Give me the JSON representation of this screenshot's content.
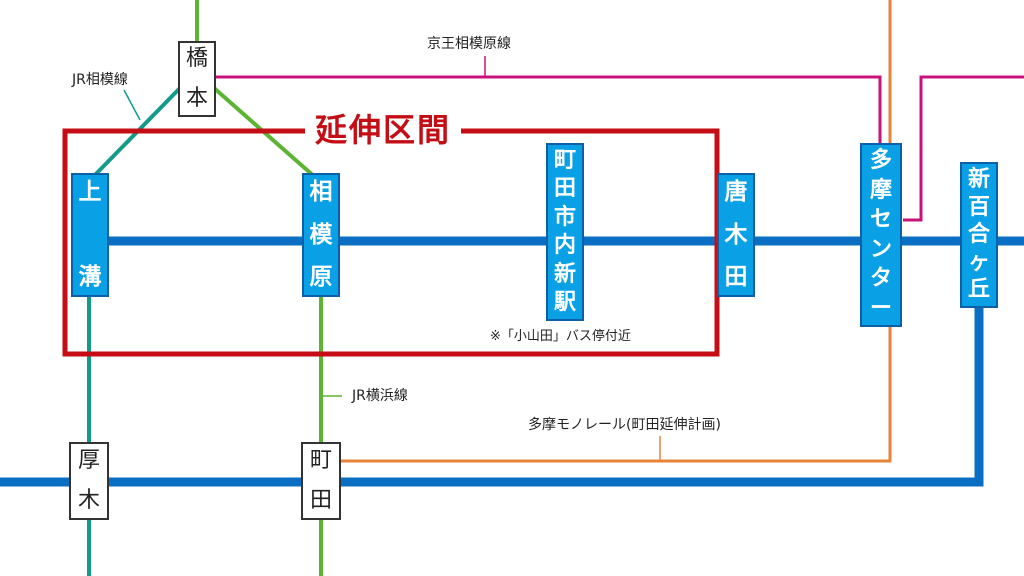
{
  "title": "延伸区間",
  "colors": {
    "tama_monorail": "#0a6fc2",
    "station_fill": "#0aa0e6",
    "station_border": "#0d5fa8",
    "extension_box": "#c40d14",
    "keio_sagamihara": "#c8137a",
    "jr_yokohama": "#5bb432",
    "jr_sagami": "#129b8a",
    "planned_machida": "#e8833a"
  },
  "stations_blue": [
    {
      "id": "kamimizo",
      "name": "上溝",
      "chars": [
        "上",
        "溝"
      ]
    },
    {
      "id": "sagamihara",
      "name": "相模原",
      "chars": [
        "相",
        "模",
        "原"
      ]
    },
    {
      "id": "machida_shinai",
      "name": "町田市内新駅",
      "chars": [
        "町",
        "田",
        "市",
        "内",
        "新",
        "駅"
      ]
    },
    {
      "id": "karakida",
      "name": "唐木田",
      "chars": [
        "唐",
        "木",
        "田"
      ]
    },
    {
      "id": "tama_center",
      "name": "多摩センター",
      "chars": [
        "多",
        "摩",
        "セ",
        "ン",
        "タ",
        "ー"
      ]
    },
    {
      "id": "shinyurigaoka",
      "name": "新百合ヶ丘",
      "chars": [
        "新",
        "百",
        "合",
        "ヶ",
        "丘"
      ]
    }
  ],
  "stations_white": [
    {
      "id": "hashimoto",
      "name": "橋本",
      "chars": [
        "橋",
        "本"
      ]
    },
    {
      "id": "atsugi",
      "name": "厚木",
      "chars": [
        "厚",
        "木"
      ]
    },
    {
      "id": "machida",
      "name": "町田",
      "chars": [
        "町",
        "田"
      ]
    }
  ],
  "labels": {
    "keio": "京王相模原線",
    "jr_sagami": "JR相模線",
    "jr_yokohama": "JR横浜線",
    "monorail_plan": "多摩モノレール(町田延伸計画)",
    "bus_note": "※「小山田」バス停付近"
  }
}
